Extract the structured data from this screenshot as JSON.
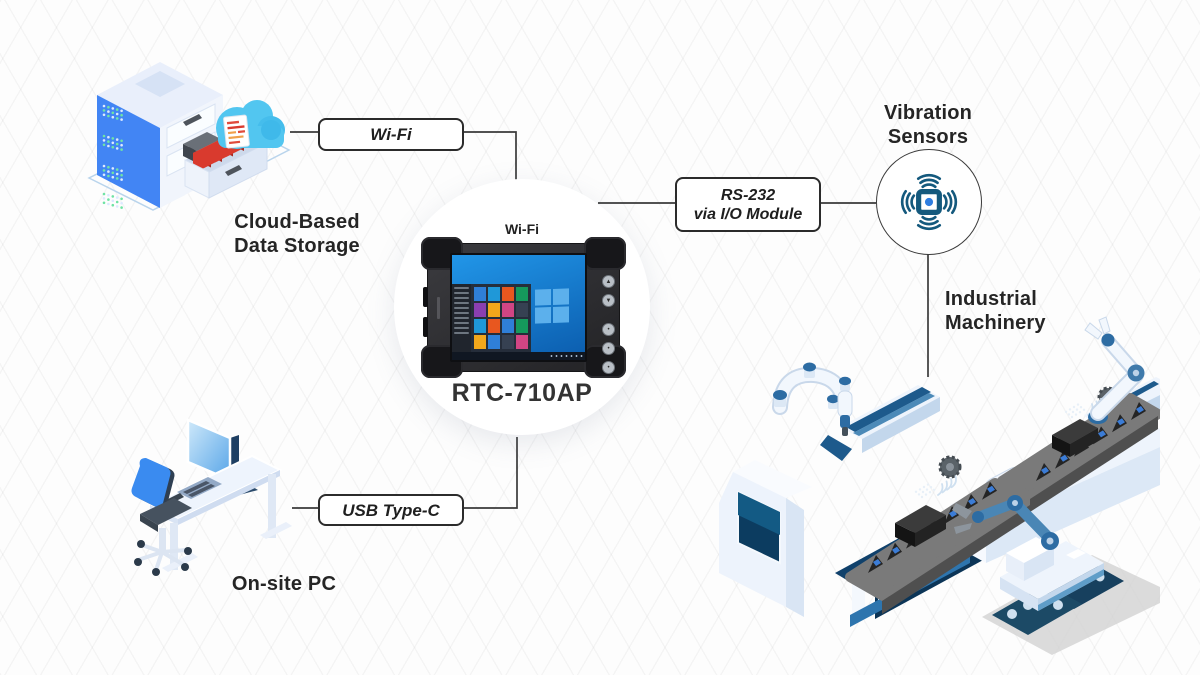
{
  "colors": {
    "background": "#fdfdfd",
    "grid_line": "#efefef",
    "connector_line": "#3a3a3a",
    "label_text": "#252525",
    "box_border": "#2b2b2b",
    "box_background": "#ffffff",
    "sensor_teal": "#14597d",
    "sensor_dot_blue": "#2e7de0",
    "server_panel_blue": "#4285f4",
    "server_led_green": "#6fe3a4",
    "cloud_blue": "#52c6f0",
    "folder_red": "#d93a2e",
    "chair_blue": "#3a8bf0",
    "machinery_dark_blue": "#1d5a8c",
    "machinery_steel_blue": "#4c8ab8",
    "machinery_light": "#eef4fc",
    "conveyor_gray": "#7a7a7a",
    "screen_blue_top": "#2196e8",
    "screen_blue_bottom": "#0b5cad",
    "tile_colors": [
      "#2f7fd8",
      "#1f98d8",
      "#e8571f",
      "#15995c",
      "#8a3fb0",
      "#f2a71b",
      "#d14584",
      "#364152",
      "#1f98d8",
      "#e8571f",
      "#2f7fd8",
      "#15995c",
      "#f2a71b",
      "#2f7fd8",
      "#364152",
      "#d14584"
    ]
  },
  "nodes": {
    "cloud_storage": {
      "label_line1": "Cloud-Based",
      "label_line2": "Data Storage"
    },
    "onsite_pc": {
      "label": "On-site PC"
    },
    "vibration_sensors": {
      "label_line1": "Vibration",
      "label_line2": "Sensors"
    },
    "industrial_machinery": {
      "label_line1": "Industrial",
      "label_line2": "Machinery"
    },
    "tablet": {
      "wifi_label": "Wi-Fi",
      "model": "RTC-710AP"
    }
  },
  "connections": {
    "wifi": {
      "label": "Wi-Fi"
    },
    "rs232": {
      "label_line1": "RS-232",
      "label_line2": "via I/O Module"
    },
    "usb": {
      "label": "USB Type-C"
    }
  }
}
